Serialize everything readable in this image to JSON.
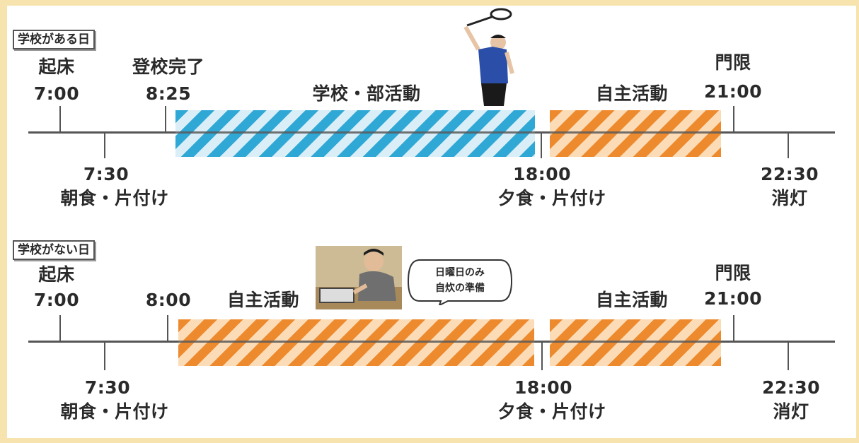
{
  "school_day": {
    "tag": "学校がある日",
    "wake_label": "起床",
    "wake_time": "7:00",
    "arrive_label": "登校完了",
    "arrive_time": "8:25",
    "school_label": "学校・部活動",
    "self_study_label": "自主活動",
    "curfew_label": "門限",
    "curfew_time": "21:00",
    "breakfast_time": "7:30",
    "breakfast_label": "朝食・片付け",
    "dinner_time": "18:00",
    "dinner_label": "夕食・片付け",
    "lights_time": "22:30",
    "lights_label": "消灯"
  },
  "no_school_day": {
    "tag": "学校がない日",
    "wake_label": "起床",
    "wake_time": "7:00",
    "start_time": "8:00",
    "morning_label": "自主活動",
    "bubble_line1": "日曜日のみ",
    "bubble_line2": "自炊の準備",
    "evening_label": "自主活動",
    "curfew_label": "門限",
    "curfew_time": "21:00",
    "breakfast_time": "7:30",
    "breakfast_label": "朝食・片付け",
    "dinner_time": "18:00",
    "dinner_label": "夕食・片付け",
    "lights_time": "22:30",
    "lights_label": "消灯"
  },
  "colors": {
    "background": "#f6e3ae",
    "school_band": "#2fa8d6",
    "self_study_band": "#ee8a2e",
    "axis": "#555555"
  },
  "icons": [
    "badminton-player-photo",
    "student-tablet-photo",
    "speech-bubble"
  ]
}
